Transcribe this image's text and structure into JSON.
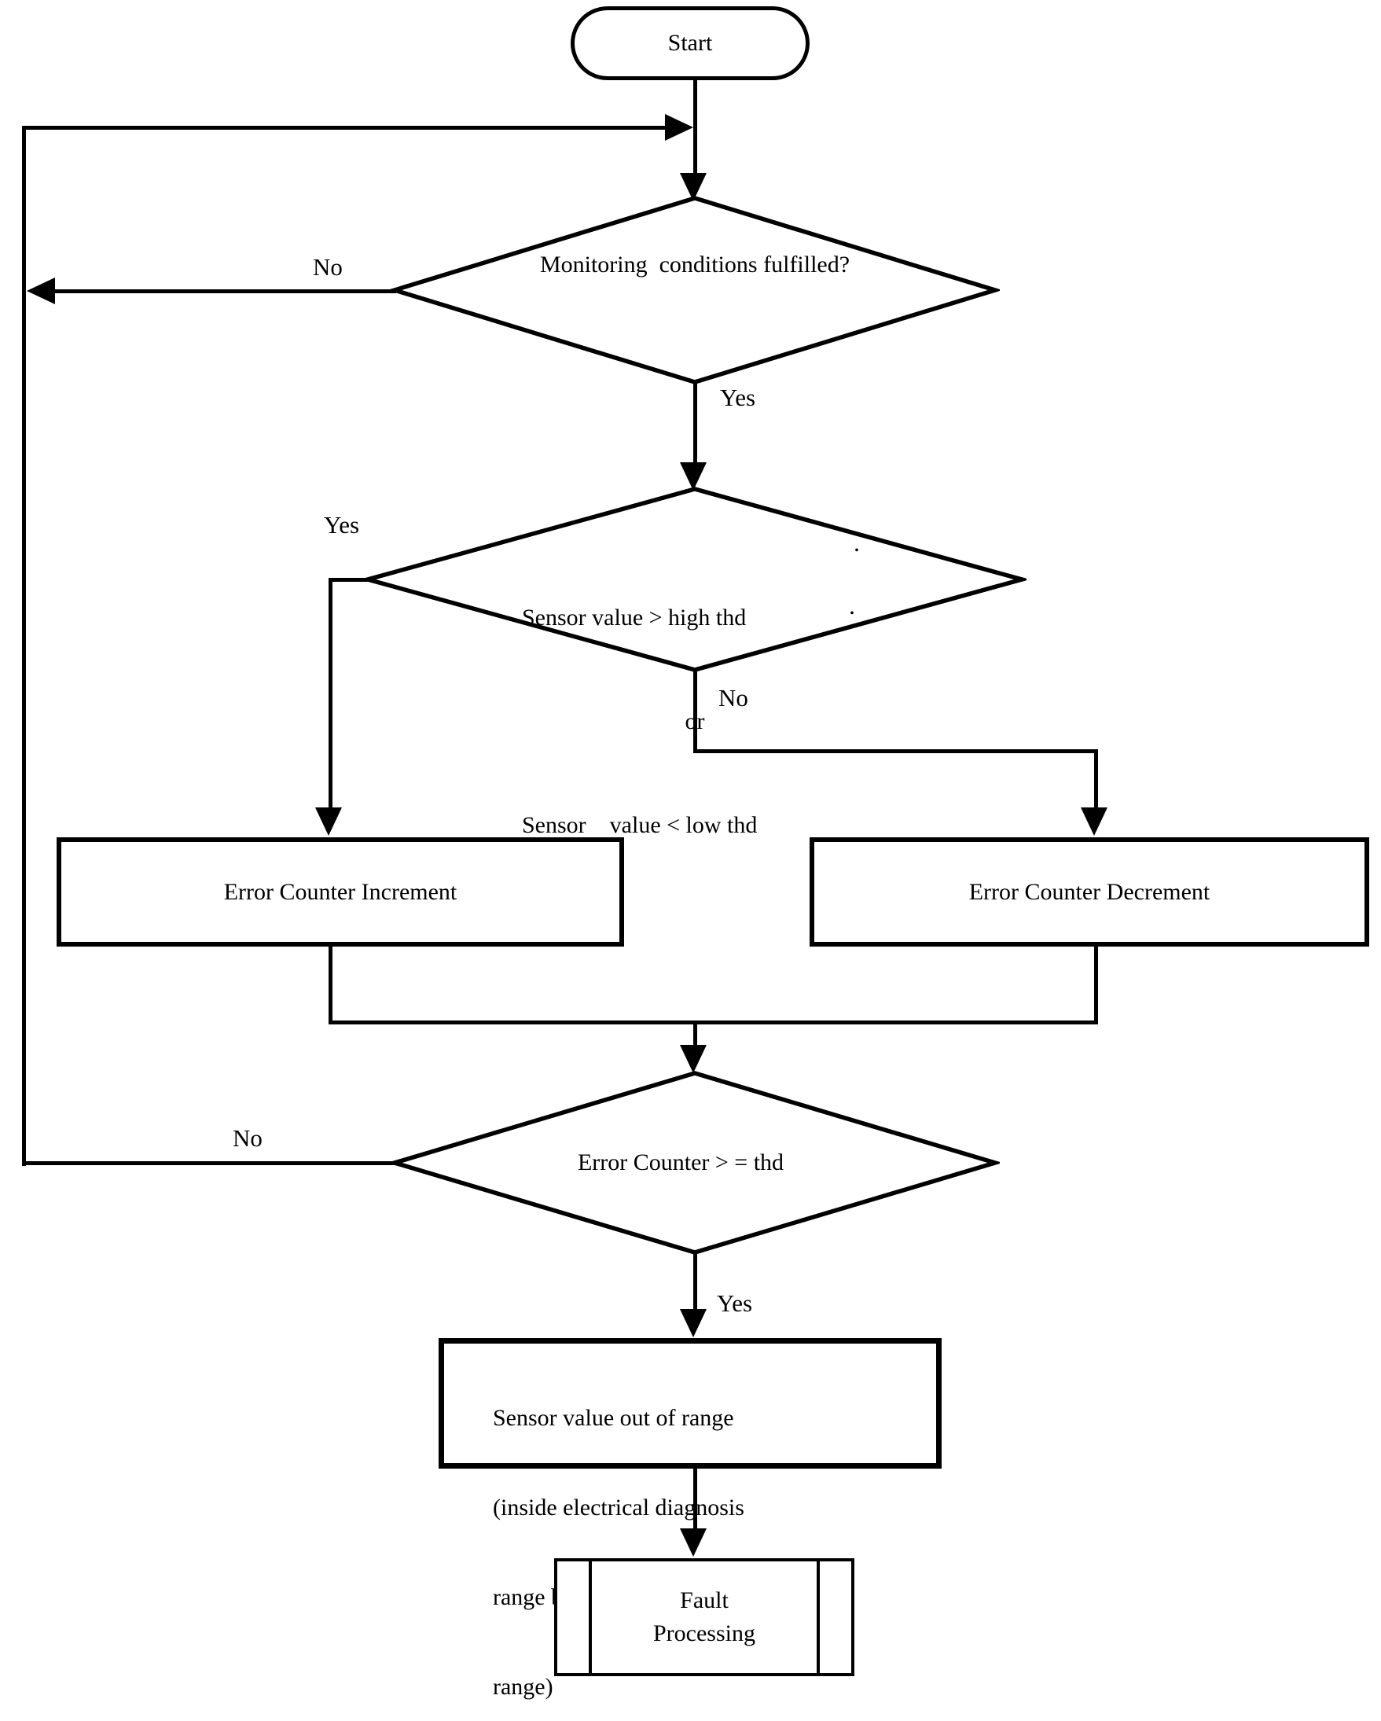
{
  "nodes": {
    "start": {
      "label": "Start"
    },
    "decision_monitoring": {
      "label": "Monitoring  conditions fulfilled?"
    },
    "decision_sensor": {
      "line1": "Sensor value > high thd",
      "line2": "or",
      "line3": "Sensor    value < low thd",
      "dot1": ".",
      "dot2": "."
    },
    "box_increment": {
      "label": "Error Counter Increment"
    },
    "box_decrement": {
      "label": "Error Counter Decrement"
    },
    "decision_counter": {
      "label": "Error Counter > = thd"
    },
    "box_out_of_range": {
      "line1": "Sensor value out of range",
      "line2": "(inside electrical diagnosis",
      "line3": "range but outside plausible",
      "line4": "range)"
    },
    "fault": {
      "line1": "Fault",
      "line2": "Processing"
    }
  },
  "edges": {
    "d1_no": "No",
    "d1_yes": "Yes",
    "d2_yes": "Yes",
    "d2_no": "No",
    "d3_no": "No",
    "d3_yes": "Yes"
  },
  "colors": {
    "stroke": "#000000",
    "background": "#ffffff"
  }
}
